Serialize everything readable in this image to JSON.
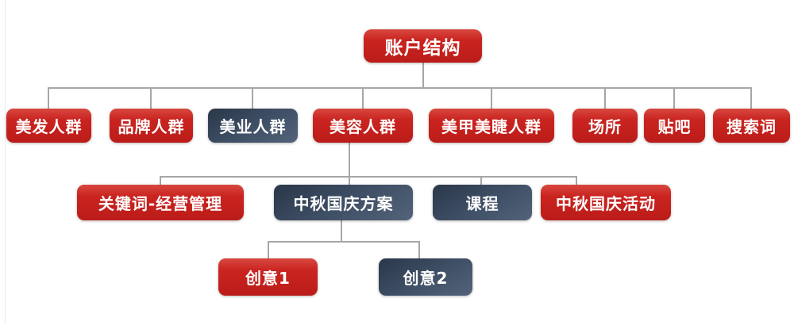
{
  "title": "账户结构",
  "colors": {
    "background": "#ffffff",
    "text": "#ffffff",
    "line": "#a6a6a6",
    "edge": "#ececec",
    "red_light": "#d8483f",
    "red": "#ca2420",
    "red_dark": "#bb1c19",
    "navy_dark": "#2a3749",
    "navy": "#3d4d63",
    "navy_light": "#53647a"
  },
  "tree": {
    "root": {
      "label": "账户结构",
      "variant": "red"
    },
    "level2": [
      {
        "label": "美发人群",
        "variant": "red"
      },
      {
        "label": "品牌人群",
        "variant": "red"
      },
      {
        "label": "美业人群",
        "variant": "navy"
      },
      {
        "label": "美容人群",
        "variant": "red"
      },
      {
        "label": "美甲美睫人群",
        "variant": "red"
      },
      {
        "label": "场所",
        "variant": "red"
      },
      {
        "label": "贴吧",
        "variant": "red"
      },
      {
        "label": "搜索词",
        "variant": "red"
      }
    ],
    "level3": {
      "parent": "美容人群",
      "nodes": [
        {
          "label": "关键词-经营管理",
          "variant": "red"
        },
        {
          "label": "中秋国庆方案",
          "variant": "navy"
        },
        {
          "label": "课程",
          "variant": "navy"
        },
        {
          "label": "中秋国庆活动",
          "variant": "red"
        }
      ]
    },
    "level4": {
      "parent": "中秋国庆方案",
      "nodes": [
        {
          "label": "创意1",
          "variant": "red"
        },
        {
          "label": "创意2",
          "variant": "navy"
        }
      ]
    }
  }
}
